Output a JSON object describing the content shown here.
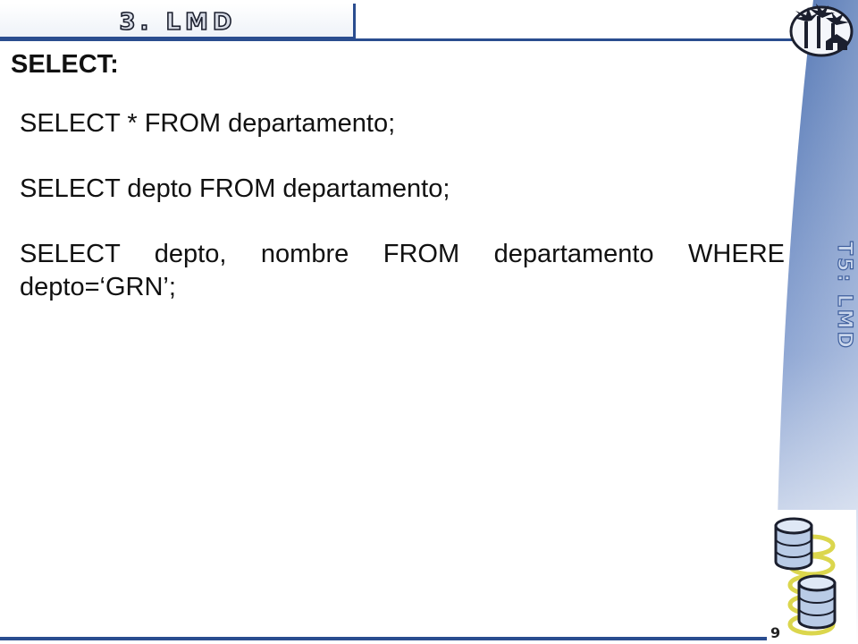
{
  "header": {
    "tab_title": "3. LMD"
  },
  "sidebar": {
    "label": "T5: LMD"
  },
  "main": {
    "section_title": "SELECT:",
    "lines": [
      "SELECT * FROM departamento;",
      "SELECT depto FROM departamento;",
      "SELECT depto, nombre FROM departamento WHERE depto=‘GRN’;"
    ]
  },
  "footer": {
    "page_number": "9"
  },
  "colors": {
    "accent": "#2a4d8f",
    "sidebar_light": "#c6d3ea",
    "sidebar_dark": "#4a6fb0"
  },
  "icons": [
    "palm-trees-logo-icon",
    "database-icon"
  ]
}
